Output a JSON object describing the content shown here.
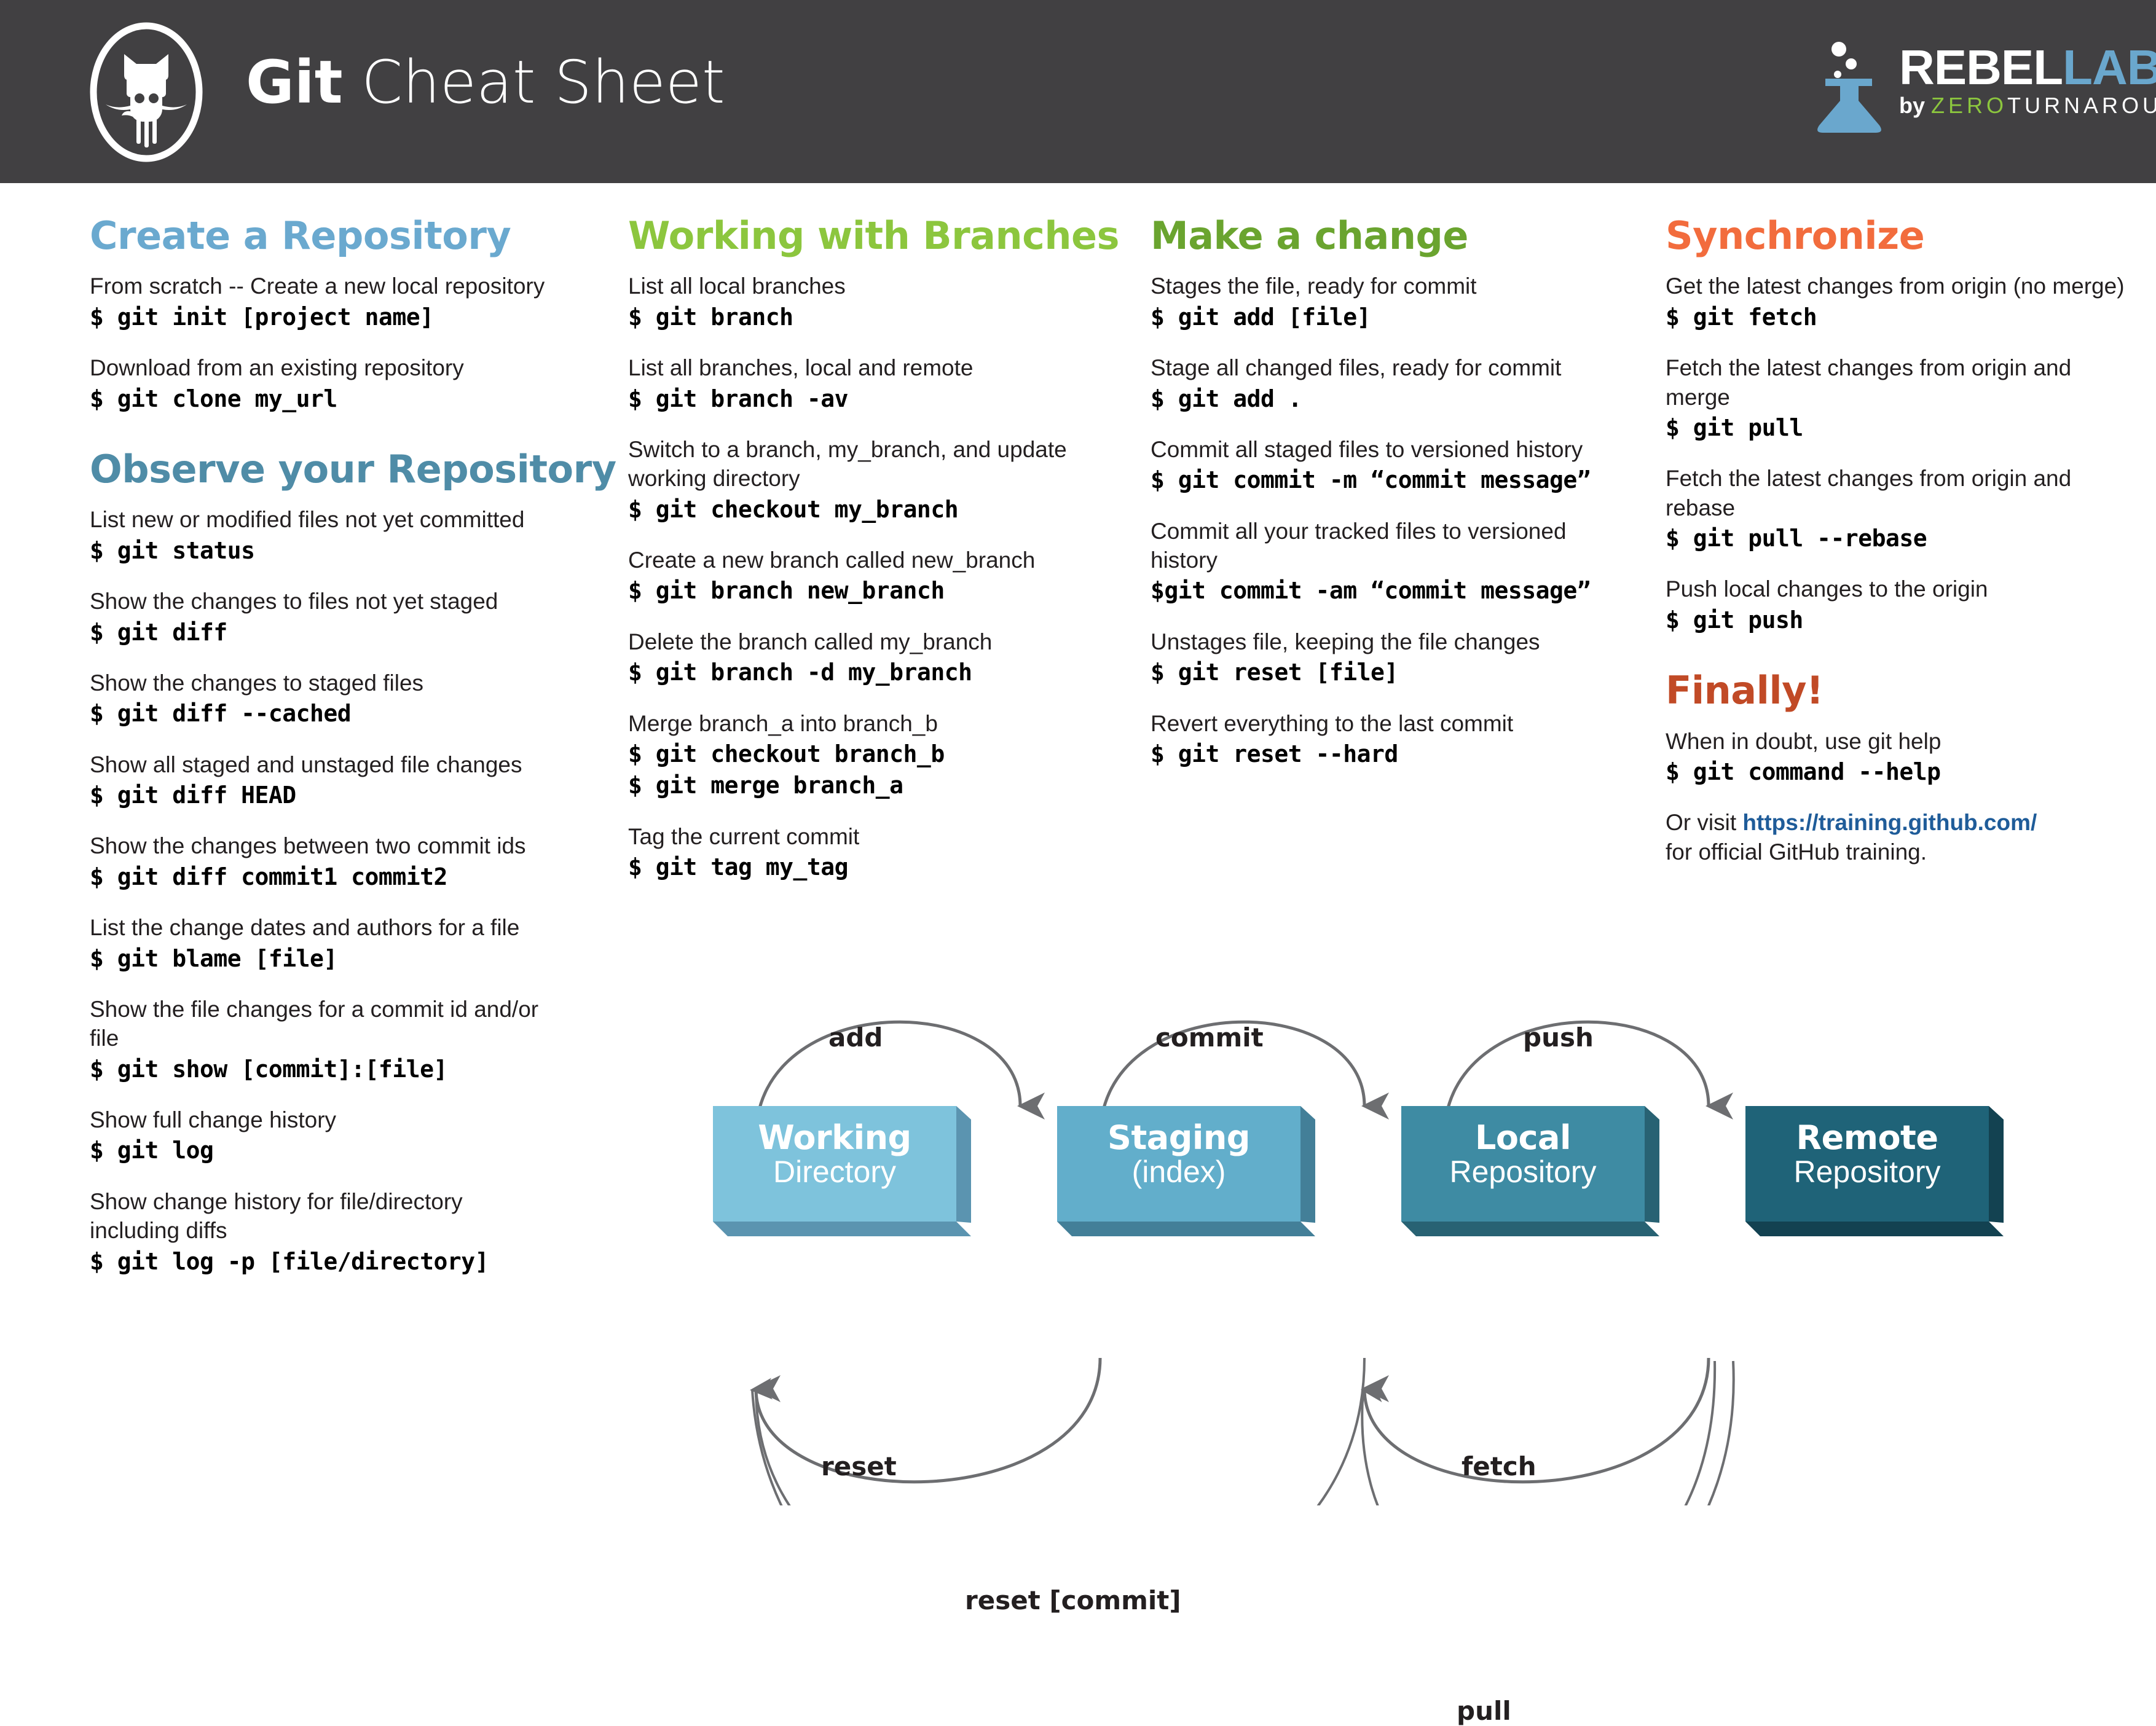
{
  "header": {
    "title_bold": "Git",
    "title_light": " Cheat Sheet",
    "logo_icon": "octocat-icon",
    "brand": {
      "icon": "flask-icon",
      "part1": "REBEL",
      "part2": "LABS",
      "by": "by ",
      "zero": "ZERO",
      "turnaround": "TURNAROUND"
    }
  },
  "columns": [
    {
      "sections": [
        {
          "heading": "Create a Repository",
          "color": "#6aa9cf",
          "entries": [
            {
              "desc": "From scratch -- Create a new local repository",
              "cmd": "$ git init [project name]"
            },
            {
              "desc": "Download from an existing repository",
              "cmd": "$ git clone my_url"
            }
          ]
        },
        {
          "heading": "Observe your Repository",
          "color": "#4f8ca7",
          "entries": [
            {
              "desc": "List new or modified files not yet committed",
              "cmd": "$ git status"
            },
            {
              "desc": "Show the changes to files not yet staged",
              "cmd": "$ git diff"
            },
            {
              "desc": "Show the changes to staged files",
              "cmd": "$ git diff --cached"
            },
            {
              "desc": "Show all staged and unstaged file changes",
              "cmd": "$ git diff HEAD"
            },
            {
              "desc": "Show the changes between two commit ids",
              "cmd": "$ git diff commit1 commit2"
            },
            {
              "desc": "List the change dates and authors for a file",
              "cmd": "$ git blame [file]"
            },
            {
              "desc": "Show the file changes for a commit id and/or file",
              "cmd": "$ git show [commit]:[file]"
            },
            {
              "desc": "Show full change history",
              "cmd": "$ git log"
            },
            {
              "desc": "Show change history for file/directory including diffs",
              "cmd": "$ git log -p [file/directory]"
            }
          ]
        }
      ]
    },
    {
      "sections": [
        {
          "heading": "Working with Branches",
          "color": "#8cc63e",
          "entries": [
            {
              "desc": "List all local branches",
              "cmd": "$ git branch"
            },
            {
              "desc": "List all branches, local and remote",
              "cmd": "$ git branch -av"
            },
            {
              "desc": "Switch to a branch, my_branch, and update working directory",
              "cmd": "$ git checkout my_branch"
            },
            {
              "desc": "Create a new branch called new_branch",
              "cmd": "$ git branch new_branch"
            },
            {
              "desc": "Delete the branch called my_branch",
              "cmd": "$ git branch -d my_branch"
            },
            {
              "desc": "Merge branch_a into branch_b",
              "cmd": "$ git checkout branch_b",
              "cmd2": "$ git merge branch_a"
            },
            {
              "desc": "Tag the current commit",
              "cmd": "$ git tag my_tag"
            }
          ]
        }
      ]
    },
    {
      "sections": [
        {
          "heading": "Make a change",
          "color": "#6aa42f",
          "entries": [
            {
              "desc": "Stages the file, ready for commit",
              "cmd": "$ git add [file]"
            },
            {
              "desc": "Stage all changed files, ready for commit",
              "cmd": "$ git add ."
            },
            {
              "desc": "Commit all staged files to versioned history",
              "cmd": "$ git commit -m “commit message”"
            },
            {
              "desc": "Commit all your tracked files to versioned history",
              "cmd": "$git commit -am “commit message”"
            },
            {
              "desc": "Unstages file, keeping the file changes",
              "cmd": "$ git reset [file]"
            },
            {
              "desc": "Revert everything to the last commit",
              "cmd": "$ git reset --hard"
            }
          ]
        }
      ]
    },
    {
      "sections": [
        {
          "heading": "Synchronize",
          "color": "#f26c3d",
          "entries": [
            {
              "desc": "Get the latest changes from origin (no merge)",
              "cmd": "$ git fetch"
            },
            {
              "desc": "Fetch the latest changes from origin and merge",
              "cmd": "$ git pull"
            },
            {
              "desc": "Fetch the latest changes from origin and rebase",
              "cmd": "$ git pull --rebase"
            },
            {
              "desc": "Push local changes to the origin",
              "cmd": "$ git push"
            }
          ]
        },
        {
          "heading": "Finally!",
          "color": "#c14a26",
          "entries": [
            {
              "desc": "When in doubt, use git help",
              "cmd": "$ git command --help"
            }
          ],
          "footer": {
            "prefix": "Or visit ",
            "link": "https://training.github.com/",
            "suffix": "for official GitHub training."
          }
        }
      ]
    }
  ],
  "diagram": {
    "boxes": [
      {
        "name": "working-directory",
        "t1": "Working",
        "t2": "Directory",
        "fill": "#7ec3dc",
        "side": "#6aa9c4",
        "bottom": "#5b94b0"
      },
      {
        "name": "staging-index",
        "t1": "Staging",
        "t2": "(index)",
        "fill": "#62aecb",
        "side": "#4f93ae",
        "bottom": "#437f98"
      },
      {
        "name": "local-repository",
        "t1": "Local",
        "t2": "Repository",
        "fill": "#3e8ba3",
        "side": "#2f7185",
        "bottom": "#286273"
      },
      {
        "name": "remote-repository",
        "t1": "Remote",
        "t2": "Repository",
        "fill": "#1f6378",
        "side": "#174c5d",
        "bottom": "#134251"
      }
    ],
    "labels": [
      {
        "name": "add",
        "text": "add"
      },
      {
        "name": "commit",
        "text": "commit"
      },
      {
        "name": "push",
        "text": "push"
      },
      {
        "name": "reset",
        "text": "reset"
      },
      {
        "name": "fetch",
        "text": "fetch"
      },
      {
        "name": "reset-commit",
        "text": "reset [commit]"
      },
      {
        "name": "pull",
        "text": "pull"
      }
    ]
  }
}
